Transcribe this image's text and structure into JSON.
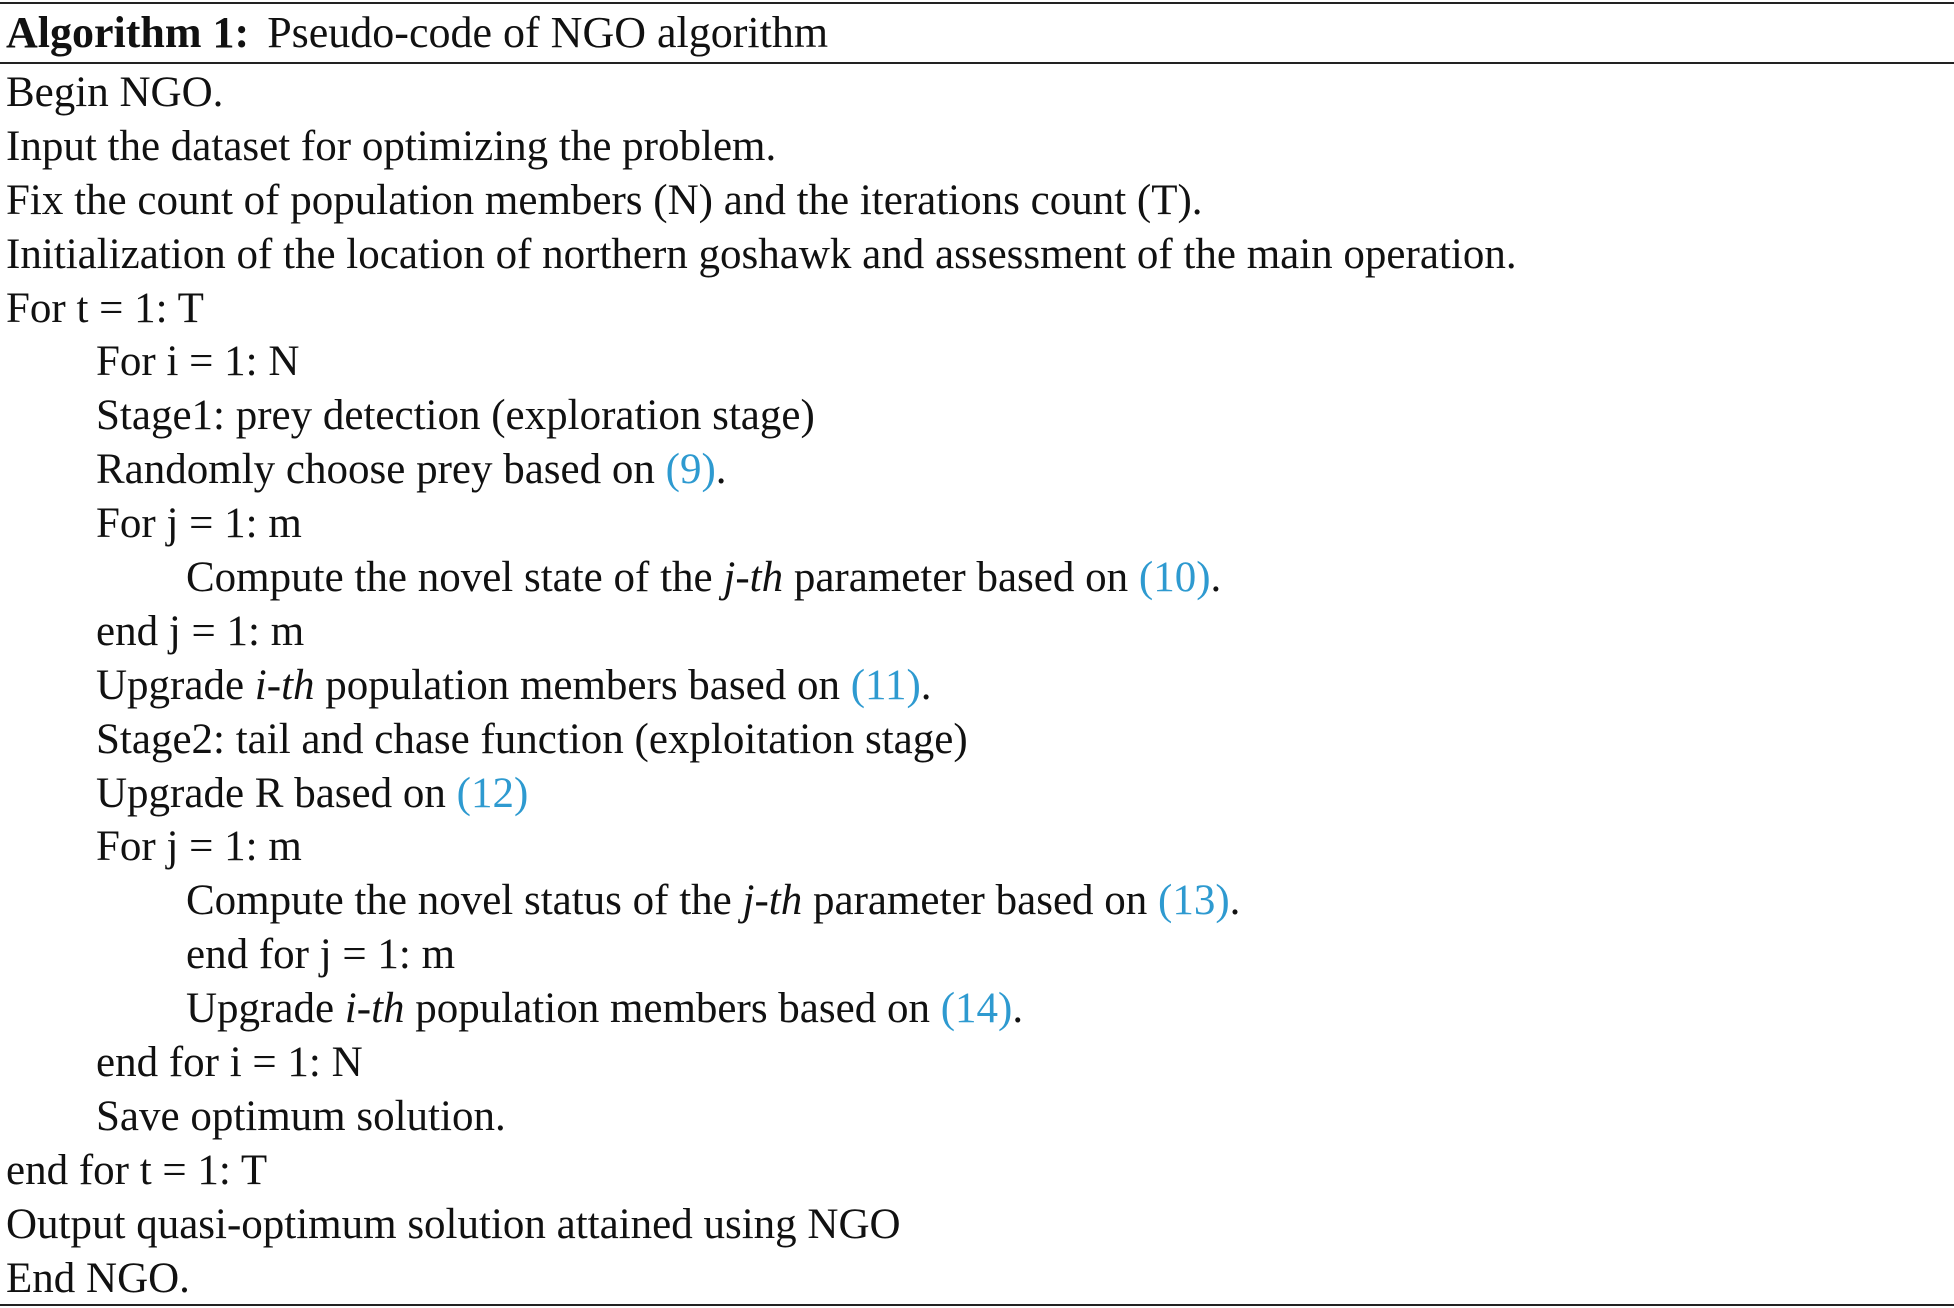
{
  "algorithm": {
    "label": "Algorithm 1:",
    "caption": "Pseudo-code of NGO algorithm",
    "lines": [
      {
        "indent": 0,
        "parts": [
          {
            "text": "Begin NGO."
          }
        ]
      },
      {
        "indent": 0,
        "parts": [
          {
            "text": "Input the dataset for optimizing the problem."
          }
        ]
      },
      {
        "indent": 0,
        "parts": [
          {
            "text": "Fix the count of population members (N) and the iterations count (T)."
          }
        ]
      },
      {
        "indent": 0,
        "parts": [
          {
            "text": "Initialization of the location of northern goshawk and assessment of the main operation."
          }
        ]
      },
      {
        "indent": 0,
        "parts": [
          {
            "text": "For t = 1: T"
          }
        ]
      },
      {
        "indent": 1,
        "parts": [
          {
            "text": "For i = 1: N"
          }
        ]
      },
      {
        "indent": 1,
        "parts": [
          {
            "text": "Stage1: prey detection (exploration stage)"
          }
        ]
      },
      {
        "indent": 1,
        "parts": [
          {
            "text": "Randomly choose prey based on "
          },
          {
            "text": "(9)",
            "ref": true
          },
          {
            "text": "."
          }
        ]
      },
      {
        "indent": 1,
        "parts": [
          {
            "text": "For j = 1: m"
          }
        ]
      },
      {
        "indent": 2,
        "parts": [
          {
            "text": "Compute the novel state of the "
          },
          {
            "text": "j-th",
            "italic": true
          },
          {
            "text": " parameter based on "
          },
          {
            "text": "(10)",
            "ref": true
          },
          {
            "text": "."
          }
        ]
      },
      {
        "indent": 1,
        "parts": [
          {
            "text": "end j = 1: m"
          }
        ]
      },
      {
        "indent": 1,
        "parts": [
          {
            "text": "Upgrade "
          },
          {
            "text": "i-th",
            "italic": true
          },
          {
            "text": " population members based on "
          },
          {
            "text": "(11)",
            "ref": true
          },
          {
            "text": "."
          }
        ]
      },
      {
        "indent": 1,
        "parts": [
          {
            "text": "Stage2: tail and chase function (exploitation stage)"
          }
        ]
      },
      {
        "indent": 1,
        "parts": [
          {
            "text": "Upgrade R based on "
          },
          {
            "text": "(12)",
            "ref": true
          }
        ]
      },
      {
        "indent": 1,
        "parts": [
          {
            "text": "For j = 1: m"
          }
        ]
      },
      {
        "indent": 2,
        "parts": [
          {
            "text": "Compute the novel status of the "
          },
          {
            "text": "j-th",
            "italic": true
          },
          {
            "text": " parameter based on "
          },
          {
            "text": "(13)",
            "ref": true
          },
          {
            "text": "."
          }
        ]
      },
      {
        "indent": 2,
        "parts": [
          {
            "text": "end for j = 1: m"
          }
        ]
      },
      {
        "indent": 2,
        "parts": [
          {
            "text": "Upgrade "
          },
          {
            "text": "i-th",
            "italic": true
          },
          {
            "text": " population members based on "
          },
          {
            "text": "(14)",
            "ref": true
          },
          {
            "text": "."
          }
        ]
      },
      {
        "indent": 1,
        "parts": [
          {
            "text": "end for i = 1: N"
          }
        ]
      },
      {
        "indent": 1,
        "parts": [
          {
            "text": "Save optimum solution."
          }
        ]
      },
      {
        "indent": 0,
        "parts": [
          {
            "text": "end for t = 1: T"
          }
        ]
      },
      {
        "indent": 0,
        "parts": [
          {
            "text": "Output quasi-optimum solution attained using NGO"
          }
        ]
      },
      {
        "indent": 0,
        "parts": [
          {
            "text": "End NGO."
          }
        ]
      }
    ]
  },
  "colors": {
    "text": "#111111",
    "reference_link": "#2e9ad0",
    "rule": "#222222"
  }
}
